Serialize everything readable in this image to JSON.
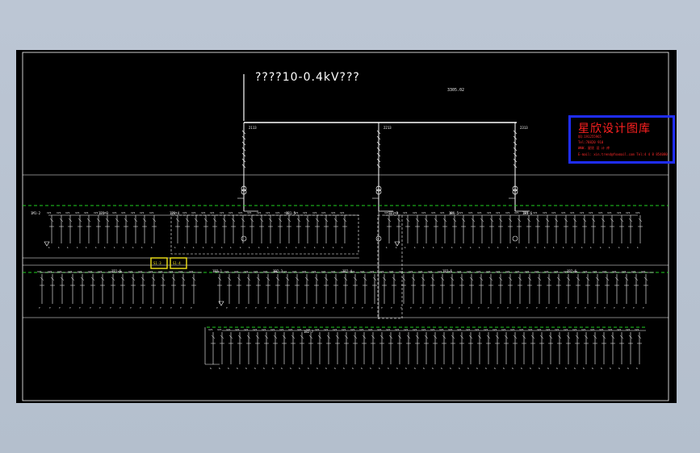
{
  "drawing": {
    "title": "????10-0.4kV???",
    "ref_label": "3305.02",
    "colors": {
      "background": "#000000",
      "line": "#ffffff",
      "dashed_bus": "#1fd11f",
      "highlight": "#f2e41b",
      "watermark_border": "#1f2dff",
      "watermark_text": "#ff2020",
      "app_chrome": "#b9c3d1"
    }
  },
  "watermark": {
    "title": "星欣设计图库",
    "lines": [
      "QQ:191255965",
      "Tel:78820 910",
      "WWW. 星欣 设 计 库",
      "E-mail: xin.trend@foxmail.com  Tel:4 4 8 854080"
    ]
  },
  "sections": {
    "row1": [
      "1M1-2",
      "1B1-3",
      "1B1-4",
      "1B1-5",
      "1B1-3",
      "1B1-5",
      "1B1-6"
    ],
    "row2": [
      "1B1-6",
      "1B2-1",
      "1B2-3",
      "1B2-4",
      "1B2-5",
      "1B2-6"
    ],
    "row3": [
      "1B2-7"
    ]
  },
  "highlighted_panels": [
    "S1-3",
    "S1-4"
  ]
}
